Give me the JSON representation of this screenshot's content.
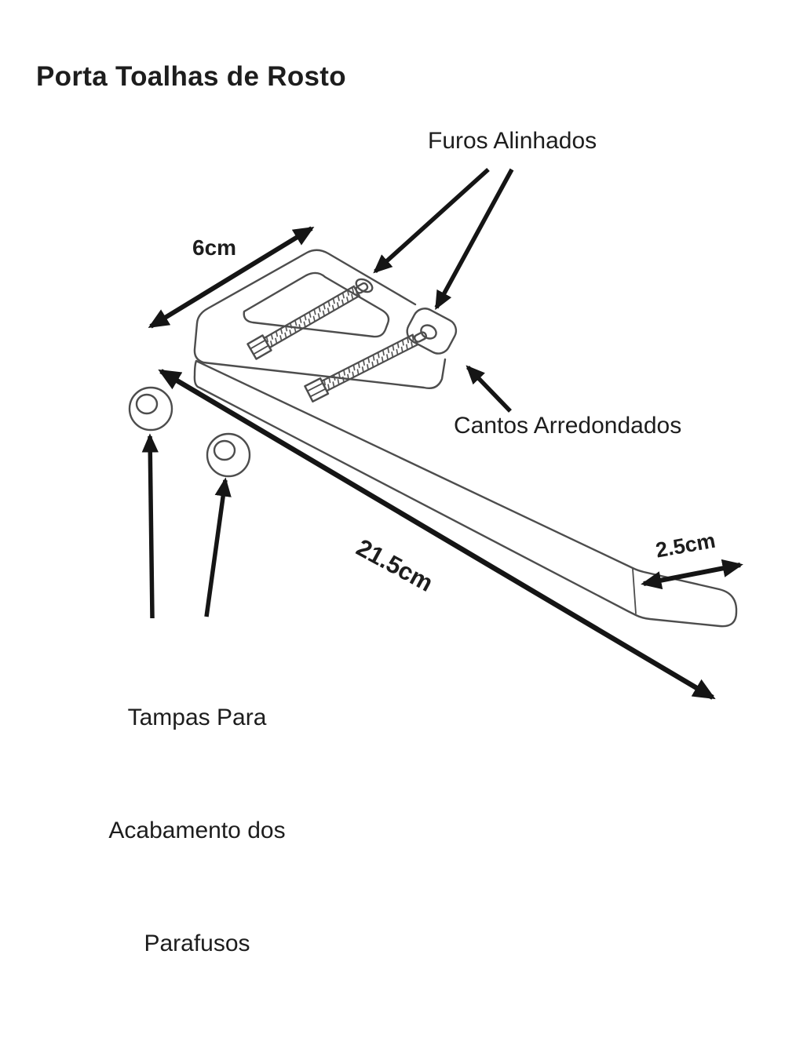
{
  "title": "Porta Toalhas de Rosto",
  "labels": {
    "aligned_holes": "Furos Alinhados",
    "rounded_corners": "Cantos Arredondados",
    "screw_caps": [
      "Tampas Para",
      "Acabamento dos",
      "Parafusos"
    ]
  },
  "dimensions": {
    "bracket_depth": "6cm",
    "bar_length": "21.5cm",
    "tip_width": "2.5cm"
  },
  "colors": {
    "background": "#ffffff",
    "line": "#4d4d4d",
    "arrow": "#151515",
    "text": "#1d1d1d"
  }
}
